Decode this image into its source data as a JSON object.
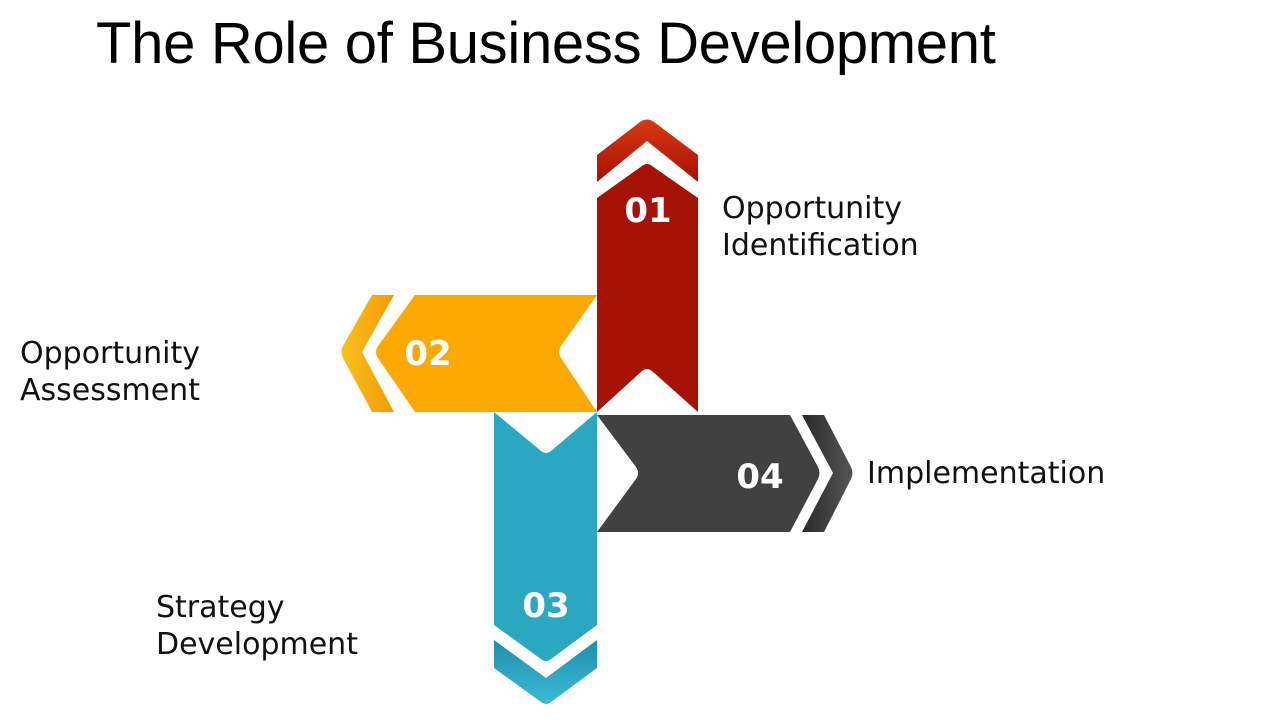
{
  "title": "The Role of Business Development",
  "steps": [
    {
      "number": "01",
      "label_line1": "Opportunity",
      "label_line2": "Identification",
      "color": "#A61206",
      "direction": "up"
    },
    {
      "number": "02",
      "label_line1": "Opportunity",
      "label_line2": "Assessment",
      "color": "#FBA800",
      "direction": "left"
    },
    {
      "number": "03",
      "label_line1": "Strategy",
      "label_line2": "Development",
      "color": "#2AA7C1",
      "direction": "down"
    },
    {
      "number": "04",
      "label_line1": "Implementation",
      "label_line2": "",
      "color": "#414141",
      "direction": "right"
    }
  ]
}
